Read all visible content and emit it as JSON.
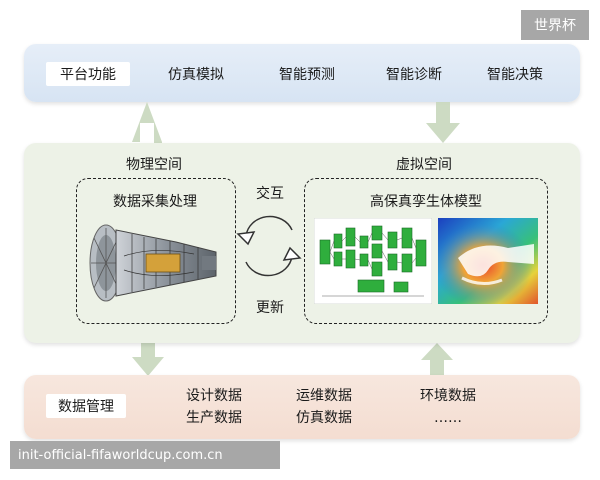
{
  "watermark_top": "世界杯",
  "watermark_bottom": "init-official-fifaworldcup.com.cn",
  "platform": {
    "label": "平台功能",
    "functions": [
      "仿真模拟",
      "智能预测",
      "智能诊断",
      "智能决策"
    ]
  },
  "physical": {
    "title": "物理空间",
    "box_title": "数据采集处理"
  },
  "virtual": {
    "title": "虚拟空间",
    "box_title": "高保真孪生体模型"
  },
  "interaction": {
    "top": "交互",
    "bottom": "更新"
  },
  "data": {
    "label": "数据管理",
    "col1": [
      "设计数据",
      "生产数据"
    ],
    "col2": [
      "运维数据",
      "仿真数据"
    ],
    "col3": [
      "环境数据",
      "……"
    ]
  },
  "colors": {
    "top_band": "#dce7f4",
    "mid_band": "#edf2e7",
    "bottom_band": "#f5e1d6",
    "connector_arrow": "#c8d7bd"
  }
}
